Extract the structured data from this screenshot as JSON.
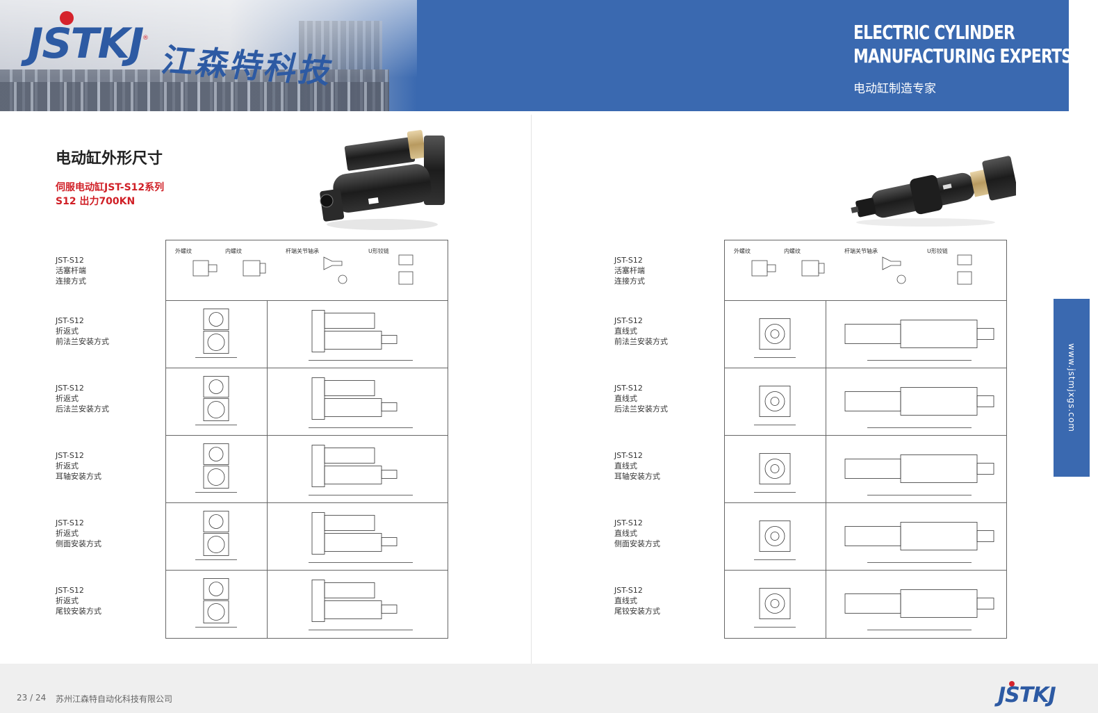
{
  "header": {
    "logo_text": "JSTKJ",
    "logo_cn": "江森特科技",
    "logo_reg": "®",
    "slogan_line1": "ELECTRIC CYLINDER",
    "slogan_line2": "MANUFACTURING EXPERTS",
    "slogan_cn": "电动缸制造专家"
  },
  "side_tab": {
    "url": "www.jstmjxgs.com"
  },
  "left": {
    "title": "电动缸外形尺寸",
    "subtitle1": "伺服电动缸JST-S12系列",
    "subtitle2": "S12 出力700KN",
    "rows": [
      {
        "l1": "JST-S12",
        "l2": "活塞杆端",
        "l3": "连接方式"
      },
      {
        "l1": "JST-S12",
        "l2": "折返式",
        "l3": "前法兰安装方式"
      },
      {
        "l1": "JST-S12",
        "l2": "折返式",
        "l3": "后法兰安装方式"
      },
      {
        "l1": "JST-S12",
        "l2": "折返式",
        "l3": "耳轴安装方式"
      },
      {
        "l1": "JST-S12",
        "l2": "折返式",
        "l3": "侧面安装方式"
      },
      {
        "l1": "JST-S12",
        "l2": "折返式",
        "l3": "尾铰安装方式"
      }
    ]
  },
  "right": {
    "rows": [
      {
        "l1": "JST-S12",
        "l2": "活塞杆端",
        "l3": "连接方式"
      },
      {
        "l1": "JST-S12",
        "l2": "直线式",
        "l3": "前法兰安装方式"
      },
      {
        "l1": "JST-S12",
        "l2": "直线式",
        "l3": "后法兰安装方式"
      },
      {
        "l1": "JST-S12",
        "l2": "直线式",
        "l3": "耳轴安装方式"
      },
      {
        "l1": "JST-S12",
        "l2": "直线式",
        "l3": "侧面安装方式"
      },
      {
        "l1": "JST-S12",
        "l2": "直线式",
        "l3": "尾铰安装方式"
      }
    ]
  },
  "connection_labels": {
    "external_thread": "外螺纹",
    "internal_thread": "内螺纹",
    "rod_end_bearing": "杆端关节轴承",
    "u_clevis": "U形铰链"
  },
  "footer": {
    "page": "23 / 24",
    "company": "苏州江森特自动化科技有限公司",
    "logo_text": "JSTKJ"
  },
  "colors": {
    "brand_blue": "#3a69b0",
    "brand_red": "#d01f26"
  }
}
